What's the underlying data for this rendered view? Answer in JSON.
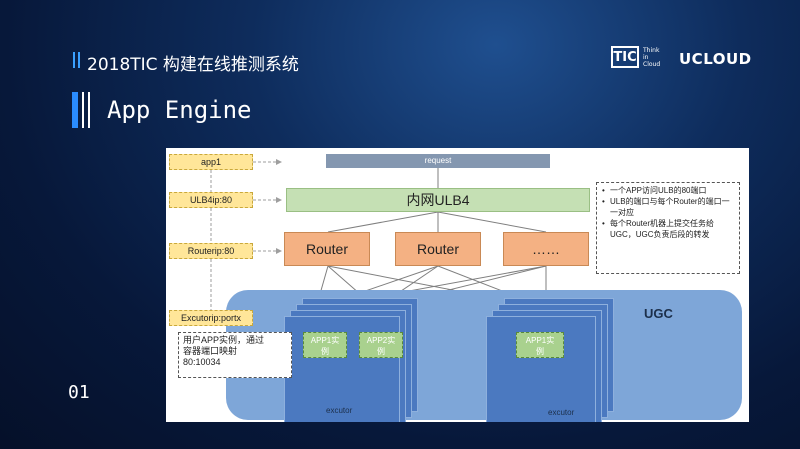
{
  "header": {
    "title": "2018TIC 构建在线推测系统",
    "logo_tic": "TIC",
    "logo_tic_sub": [
      "Think",
      "in",
      "Cloud"
    ],
    "logo_ucloud": "UCLOUD"
  },
  "page_title": "App Engine",
  "slide_number": "01",
  "diagram": {
    "request_label": "request",
    "ulb4_label": "内网ULB4",
    "routers": [
      "Router",
      "Router",
      "……"
    ],
    "left_labels": [
      "app1",
      "ULB4ip:80",
      "Routerip:80",
      "Excutorip:portx"
    ],
    "ugc_label": "UGC",
    "excutor_labels": [
      "excutor",
      "excutor"
    ],
    "app_boxes": [
      {
        "line1": "APP1实",
        "line2": "例"
      },
      {
        "line1": "APP2实",
        "line2": "例"
      },
      {
        "line1": "APP1实",
        "line2": "例"
      }
    ],
    "notes": [
      "一个APP访问ULB的80端口",
      "ULB的端口与每个Router的端口一一对应",
      "每个Router机器上提交任务给UGC，UGC负责后段的转发"
    ],
    "user_note": [
      "用户APP实例，通过",
      "容器端口映射",
      "80:10034"
    ]
  },
  "colors": {
    "accent": "#2a8cff",
    "background": "#0b2250",
    "ugc": "#7ea6d8",
    "excutor": "#4b79c0",
    "router": "#f4b183",
    "ulb": "#c5e0b4",
    "label": "#ffe699",
    "app": "#a9d18e"
  }
}
